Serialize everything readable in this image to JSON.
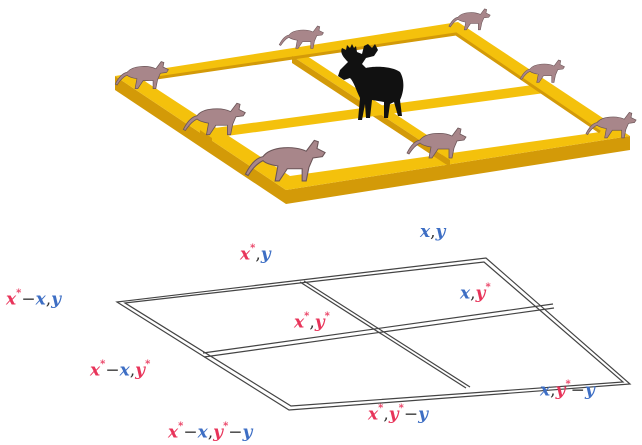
{
  "colors": {
    "red": "#e8345a",
    "blue": "#3d6ec4",
    "gold_top": "#f4c10c",
    "gold_side": "#d39a08",
    "wolf": "#a8868a",
    "moose": "#111111",
    "frame": "#444444"
  },
  "scene": {
    "top": {
      "wolves": 8,
      "moose": 1,
      "enclosure_color": "gold"
    },
    "bottom": {
      "frame_style": "double-line wireframe"
    }
  },
  "labels": {
    "top_center": {
      "a": "x",
      "star": "*",
      "sep": ",",
      "b": "y"
    },
    "top_right": {
      "a": "x",
      "sep": ",",
      "b": "y"
    },
    "left_mid": {
      "a": "x",
      "star": "*",
      "minus": "−",
      "b": "x",
      "sep": ",",
      "c": "y"
    },
    "center": {
      "a": "x",
      "star": "*",
      "sep": ",",
      "b": "y",
      "star2": "*"
    },
    "right_inner": {
      "a": "x",
      "sep": ",",
      "b": "y",
      "star": "*"
    },
    "left_lower": {
      "a": "x",
      "star": "*",
      "minus": "−",
      "b": "x",
      "sep": ",",
      "c": "y",
      "star2": "*"
    },
    "right_bottom": {
      "a": "x",
      "sep": ",",
      "b": "y",
      "star": "*",
      "minus": "−",
      "c": "y"
    },
    "bottom_center": {
      "a": "x",
      "star": "*",
      "sep": ",",
      "b": "y",
      "star2": "*",
      "minus": "−",
      "c": "y"
    },
    "bottom_left": {
      "a": "x",
      "star": "*",
      "minus": "−",
      "b": "x",
      "sep": ",",
      "c": "y",
      "star2": "*",
      "minus2": "−",
      "d": "y"
    }
  }
}
